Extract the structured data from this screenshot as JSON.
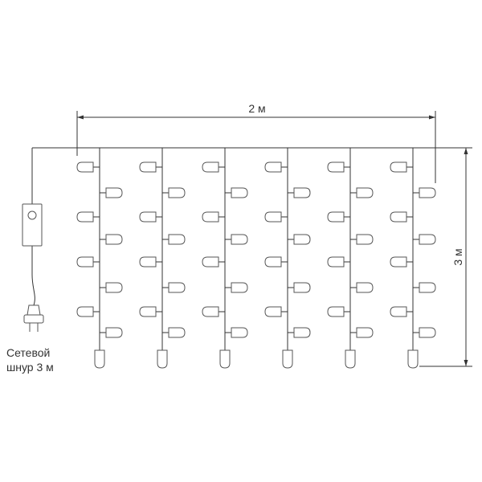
{
  "dimensions": {
    "width_label": "2 м",
    "height_label": "3 м"
  },
  "cord_label": {
    "line1": "Сетевой",
    "line2": "шнур 3 м"
  },
  "icons": {
    "controller": "controller-box-icon",
    "plug": "power-plug-icon",
    "bulb": "led-bulb-icon"
  },
  "colors": {
    "line": "#333333",
    "bulb_stroke": "#555555",
    "background": "#ffffff"
  }
}
